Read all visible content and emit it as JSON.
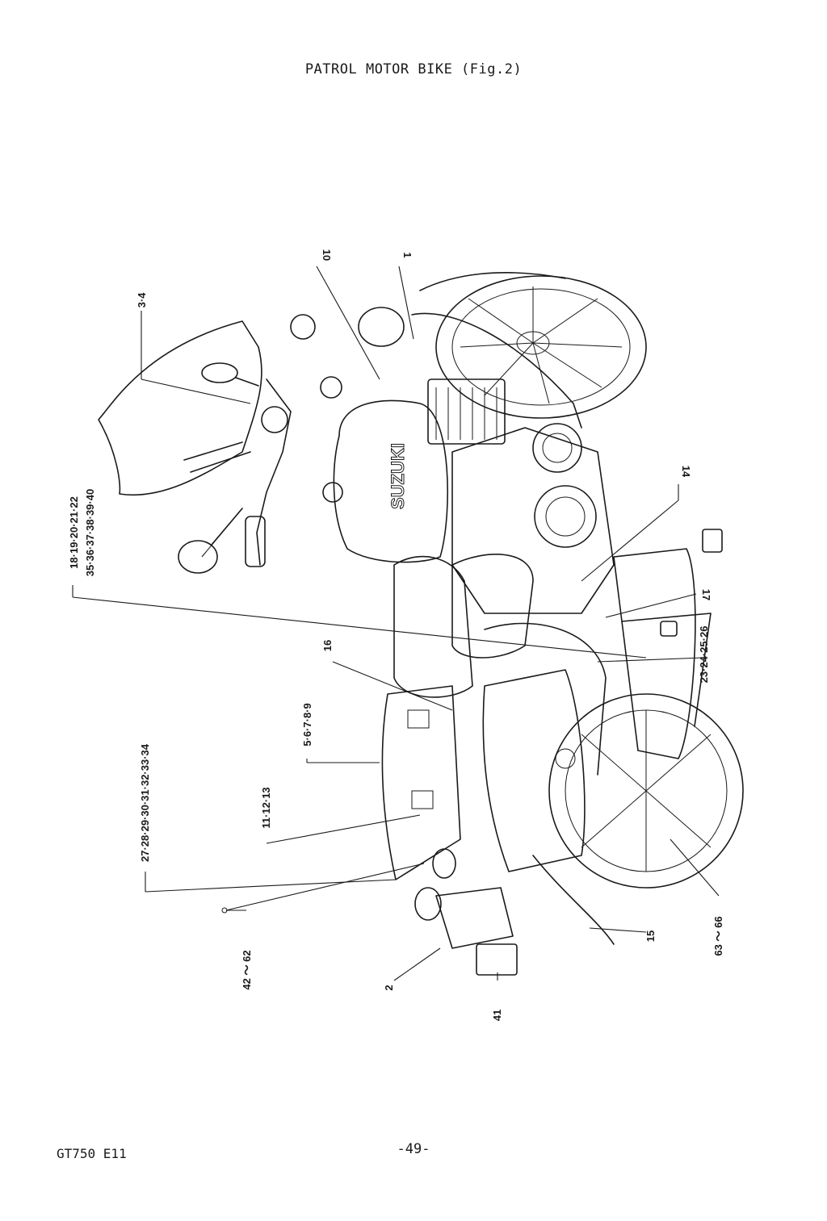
{
  "title": "PATROL MOTOR BIKE (Fig.2)",
  "footer": {
    "model": "GT750 E11",
    "page": "-49-"
  },
  "brand_on_tank": "SUZUKI",
  "callouts": [
    {
      "id": "c10",
      "label": "10"
    },
    {
      "id": "c1",
      "label": "1"
    },
    {
      "id": "c34",
      "label": "3·4"
    },
    {
      "id": "c18",
      "label": "18·19·20·21·22"
    },
    {
      "id": "c35",
      "label": "35·36·37·38·39·40"
    },
    {
      "id": "c14",
      "label": "14"
    },
    {
      "id": "c17",
      "label": "17"
    },
    {
      "id": "c23",
      "label": "23·24·25·26"
    },
    {
      "id": "c16",
      "label": "16"
    },
    {
      "id": "c5",
      "label": "5·6·7·8·9"
    },
    {
      "id": "c27",
      "label": "27·28·29·30·31·32·33·34"
    },
    {
      "id": "c11",
      "label": "11·12·13"
    },
    {
      "id": "c42",
      "label": "42 ～ 62"
    },
    {
      "id": "c2",
      "label": "2"
    },
    {
      "id": "c41",
      "label": "41"
    },
    {
      "id": "c15",
      "label": "15"
    },
    {
      "id": "c63",
      "label": "63 ～ 66"
    }
  ]
}
